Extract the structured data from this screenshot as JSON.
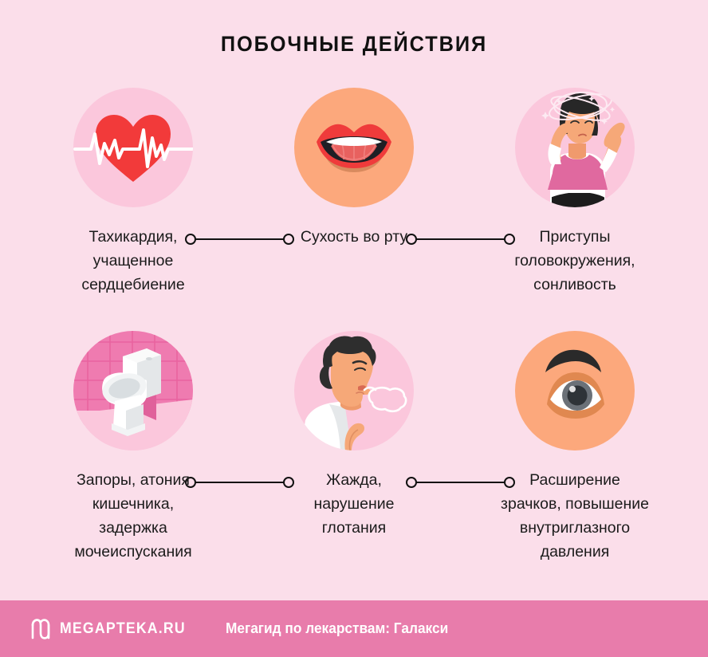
{
  "header": {
    "title": "ПОБОЧНЫЕ ДЕЙСТВИЯ"
  },
  "colors": {
    "background": "#fbdeea",
    "circle_pink": "#fbc7dc",
    "circle_orange": "#fca87c",
    "footer_bar": "#e87cab",
    "heart_red": "#f23a3a",
    "lips_red": "#ef3b3b",
    "text_dark": "#1b1b1b",
    "connector": "#111111",
    "skin": "#f6a878",
    "hair_dark": "#2b2b2b",
    "vest_pink": "#e0699f",
    "tile_pink": "#ef7bb0"
  },
  "items": [
    {
      "id": "tachycardia",
      "icon": "heart-pulse-icon",
      "circle": "pink",
      "caption": "Тахикардия,\nучащенное\nсердцебиение"
    },
    {
      "id": "dry-mouth",
      "icon": "open-mouth-icon",
      "circle": "orange",
      "caption": "Сухость во рту"
    },
    {
      "id": "dizziness",
      "icon": "dizzy-woman-icon",
      "circle": "pink",
      "caption": "Приступы\nголовокружения,\nсонливость"
    },
    {
      "id": "constipation",
      "icon": "toilet-icon",
      "circle": "pink",
      "caption": "Запоры, атония\nкишечника,\nзадержка\nмочеиспускания"
    },
    {
      "id": "thirst",
      "icon": "man-breathing-icon",
      "circle": "pink",
      "caption": "Жажда,\nнарушение\nглотания"
    },
    {
      "id": "pupil-dilation",
      "icon": "dilated-eye-icon",
      "circle": "orange",
      "caption": "Расширение\nзрачков, повышение\nвнутриглазного\nдавления"
    }
  ],
  "footer": {
    "logo": "megapteka-m-logo",
    "brand": "MEGAPTEKA.RU",
    "tagline": "Мегагид по лекарствам: Галакси"
  }
}
